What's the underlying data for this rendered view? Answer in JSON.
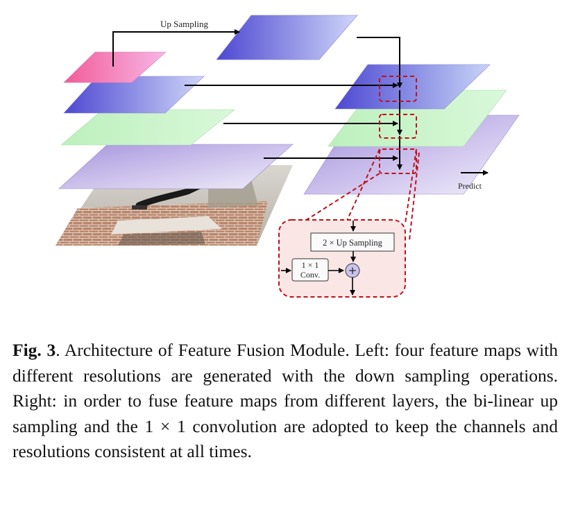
{
  "diagram": {
    "up_sampling_label": "Up Sampling",
    "predict_label": "Predict",
    "detail": {
      "up2_label": "2 × Up Sampling",
      "conv_line1": "1 × 1",
      "conv_line2": "Conv.",
      "plus_symbol": "+"
    }
  },
  "caption": {
    "fig_label": "Fig. 3",
    "text": ". Architecture of Feature Fusion Module. Left: four feature maps with different resolutions are generated with the down sampling operations. Right: in order to fuse feature maps from different layers, the bi-linear up sampling and the 1 × 1 convolution are adopted to keep the channels and resolutions consistent at all times."
  },
  "colors": {
    "pink": "#f06aa8",
    "blue": "#5a56d8",
    "green": "#c4f2c4",
    "lavender": "#b4a2e4",
    "dashed_red": "#c0101a",
    "detail_fill": "#fbe6e6"
  }
}
